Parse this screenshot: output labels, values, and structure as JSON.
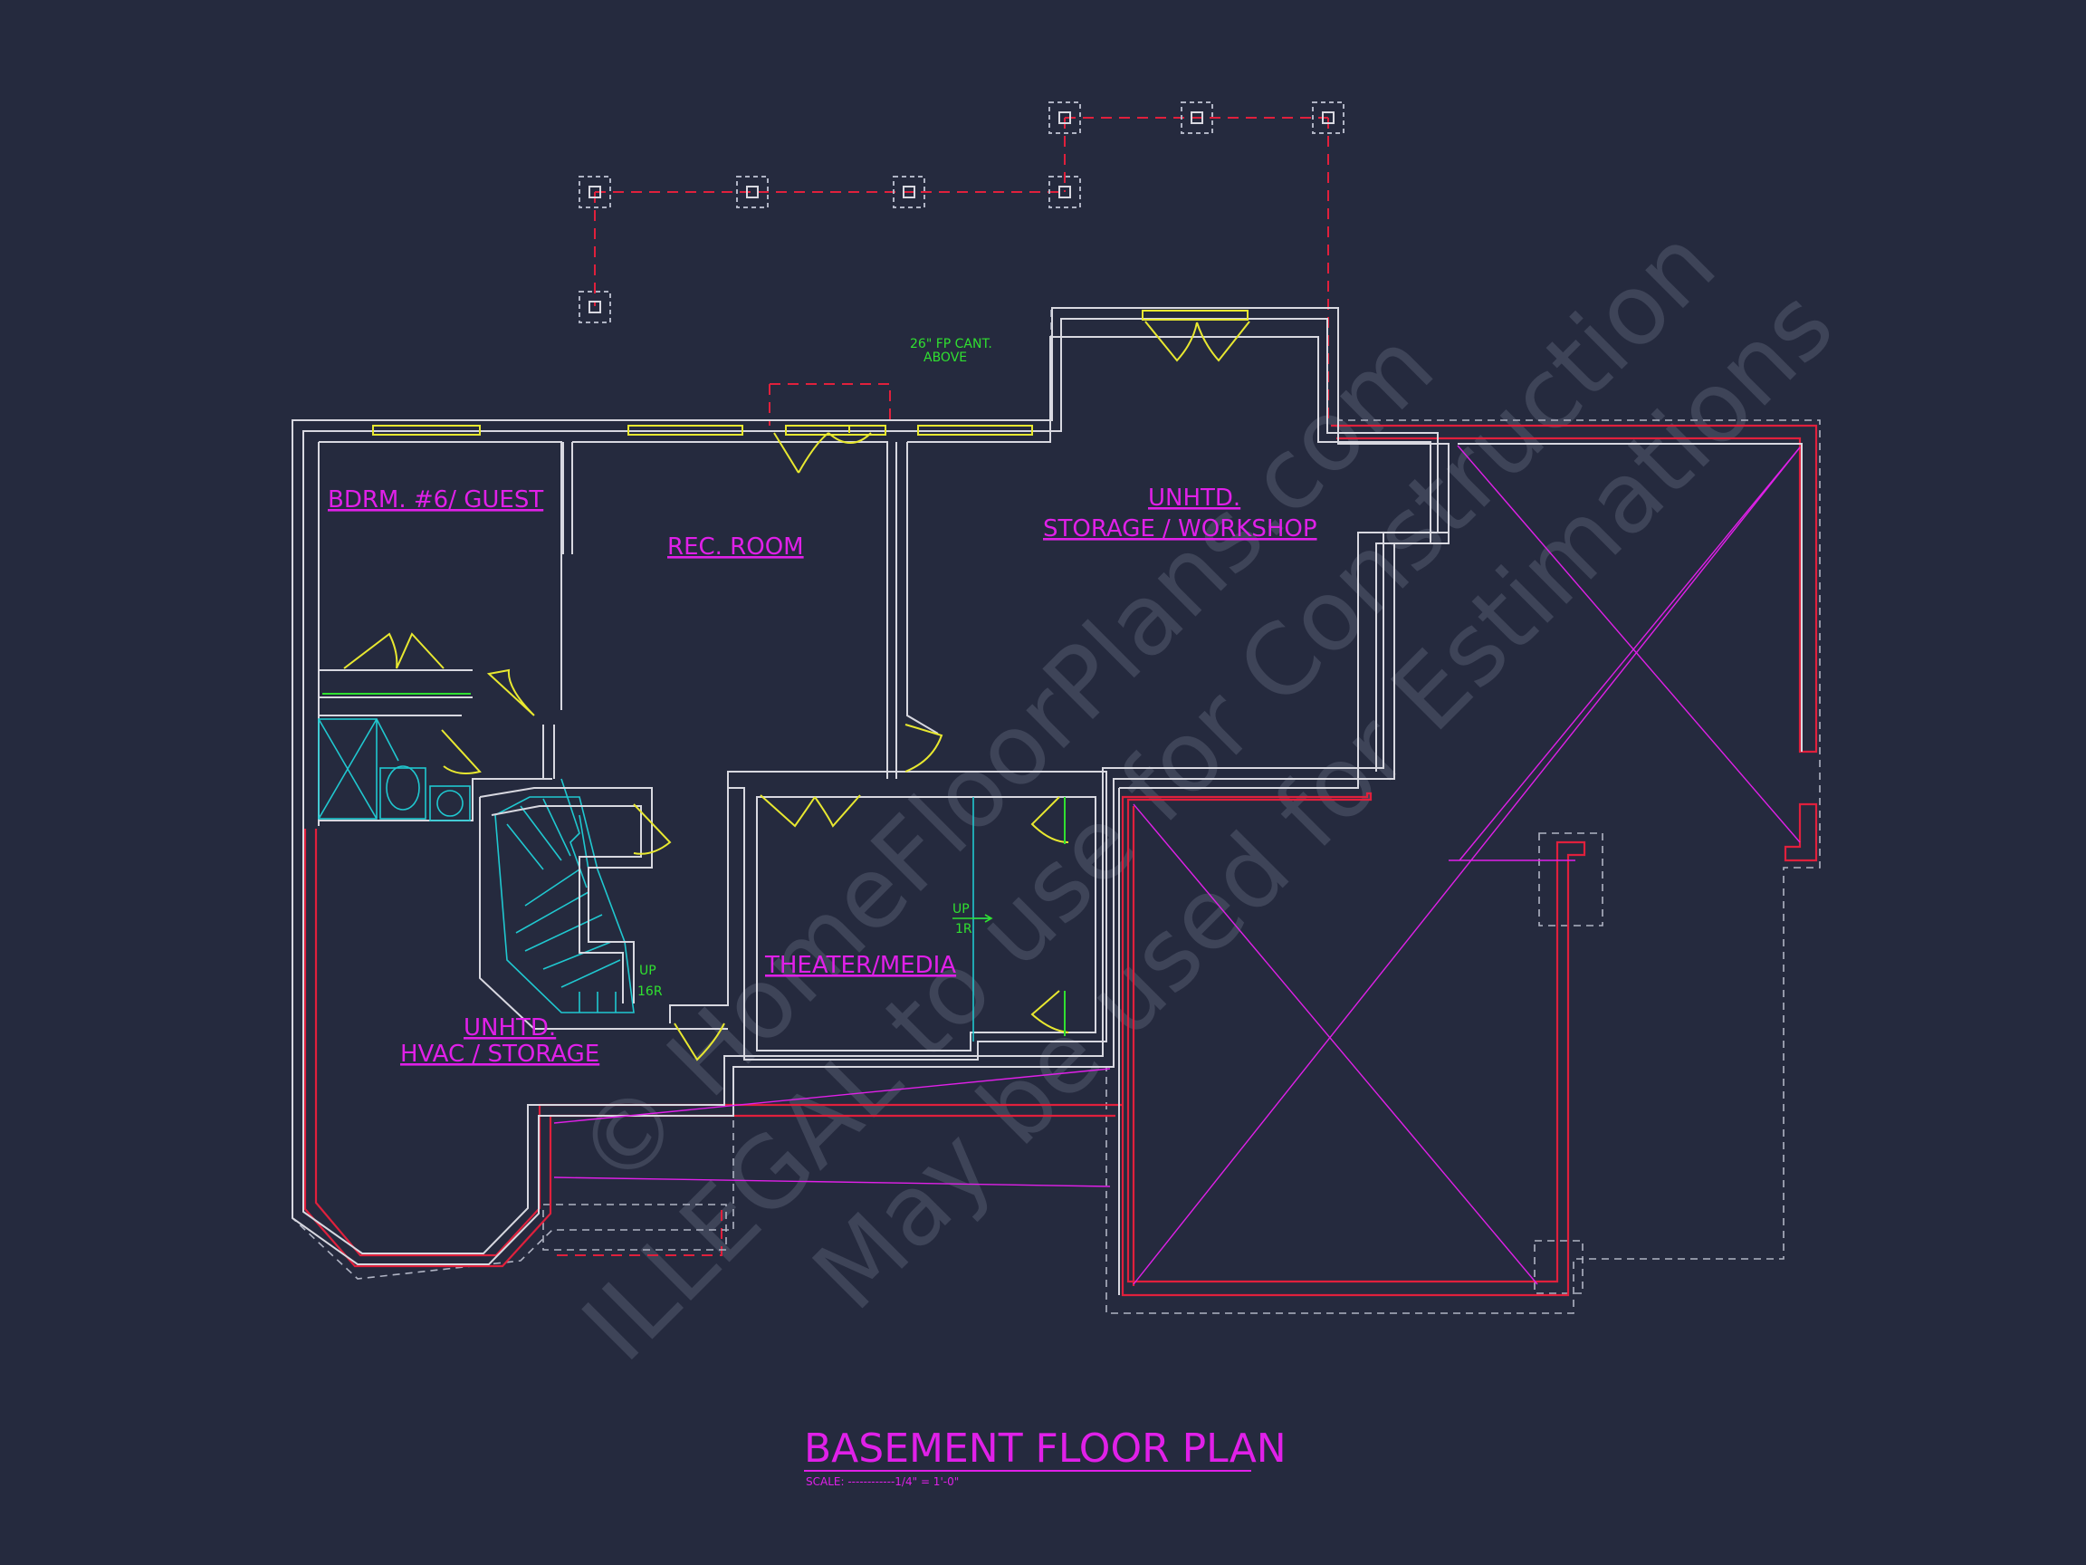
{
  "drawing": {
    "title": "BASEMENT FLOOR PLAN",
    "scale": "SCALE: ------------1/4\" = 1'-0\"",
    "watermark_lines": [
      "© HomeFloorPlans.com",
      "ILLEGAL to use for Construction",
      "May be used for Estimations"
    ]
  },
  "rooms": {
    "bedroom": "BDRM. #6/ GUEST",
    "rec_room": "REC. ROOM",
    "storage_line1": "UNHTD.",
    "storage_line2": "STORAGE / WORKSHOP",
    "theater": "THEATER/MEDIA",
    "hvac_line1": "UNHTD.",
    "hvac_line2": "HVAC / STORAGE"
  },
  "notes": {
    "cant_line1": "26\" FP CANT.",
    "cant_line2": "ABOVE",
    "stair_up": "UP",
    "stair_risers": "16R",
    "step_up": "UP",
    "step_risers": "1R"
  },
  "colors": {
    "background": "#252a3e",
    "walls": "#d8d8e0",
    "hidden_lines": "#b0b4c4",
    "red": "#e0203c",
    "magenta": "#e020e8",
    "yellow": "#e8e830",
    "cyan": "#20c8d0",
    "green": "#30e030",
    "watermark": "#444a5e"
  }
}
